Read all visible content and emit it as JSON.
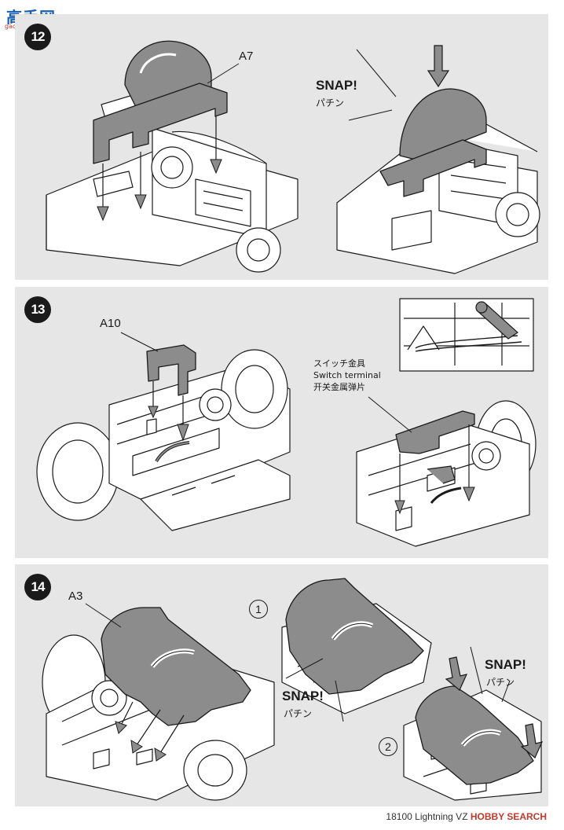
{
  "watermark": {
    "site_name": "高手网",
    "url": "gao-shou.com"
  },
  "steps": [
    {
      "number": "12",
      "part_label": "A7",
      "snap_text": "SNAP!",
      "snap_jp": "パチン"
    },
    {
      "number": "13",
      "part_label": "A10",
      "terminal_jp": "スイッチ金具",
      "terminal_en": "Switch terminal",
      "terminal_cn": "开关金属弹片"
    },
    {
      "number": "14",
      "part_label": "A3",
      "sub_step_1": "1",
      "sub_step_2": "2",
      "snap_text_1": "SNAP!",
      "snap_jp_1": "パチン",
      "snap_text_2": "SNAP!",
      "snap_jp_2": "パチン"
    }
  ],
  "footer": {
    "code": "18100",
    "text": "Lightning VZ",
    "brand": "HOBBY SEARCH"
  },
  "colors": {
    "panel_bg": "#e6e6e6",
    "part_gray": "#8c8c8c",
    "line": "#1a1a1a",
    "watermark_blue": "#1b5fb0",
    "watermark_red": "#c0392b"
  }
}
